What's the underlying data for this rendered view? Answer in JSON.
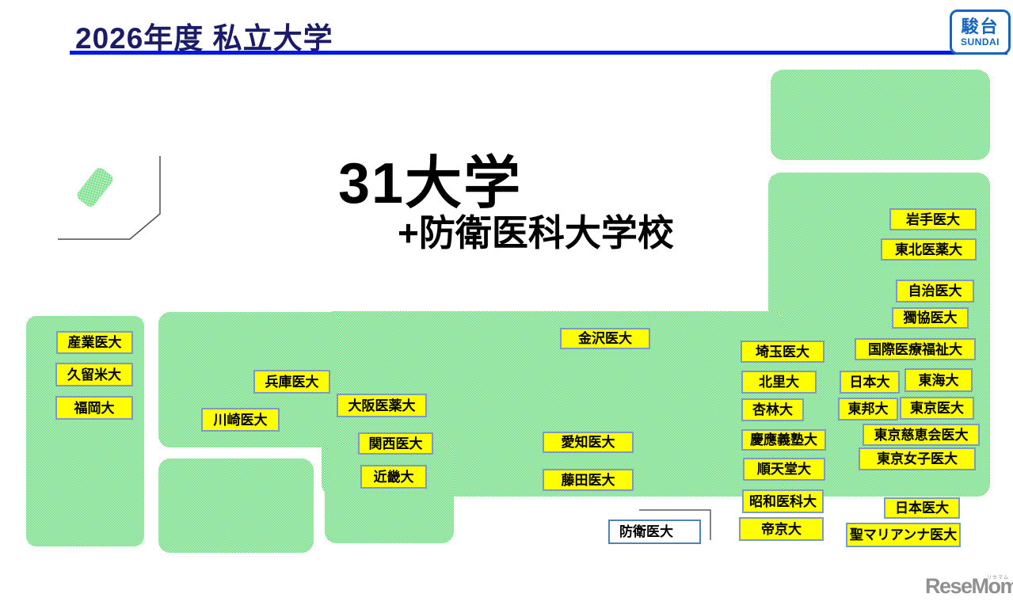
{
  "header": {
    "title": "2026年度 私立大学"
  },
  "logo": {
    "kanji": "駿台",
    "latin": "SUNDAI"
  },
  "headline": {
    "count": "31大学",
    "plus": "+防衛医科大学校"
  },
  "map": {
    "labels": [
      "産業医大",
      "久留米大",
      "福岡大",
      "兵庫医大",
      "川崎医大",
      "大阪医薬大",
      "関西医大",
      "近畿大",
      "金沢医大",
      "愛知医大",
      "藤田医大",
      "埼玉医大",
      "北里大",
      "杏林大",
      "慶應義塾大",
      "順天堂大",
      "昭和医科大",
      "帝京大",
      "岩手医大",
      "東北医薬大",
      "自治医大",
      "獨協医大",
      "国際医療福祉大",
      "日本大",
      "東海大",
      "東邦大",
      "東京医大",
      "東京慈恵会医大",
      "東京女子医大",
      "日本医大",
      "聖マリアンナ医大"
    ],
    "defense_label": "防衛医大"
  },
  "colors": {
    "map_green_dot": "#3ed15a",
    "map_green_light": "#f2fdf2",
    "label_yellow": "#ffff00",
    "label_border": "#7d9ac6",
    "defense_border": "#4f81bd",
    "title_navy": "#1b1b68",
    "underline_blue": "#0014f5",
    "sundai_blue": "#1464c0",
    "watermark_gray": "#909090"
  },
  "watermark": {
    "text": "ReseMom.",
    "furigana": "リセマム"
  }
}
